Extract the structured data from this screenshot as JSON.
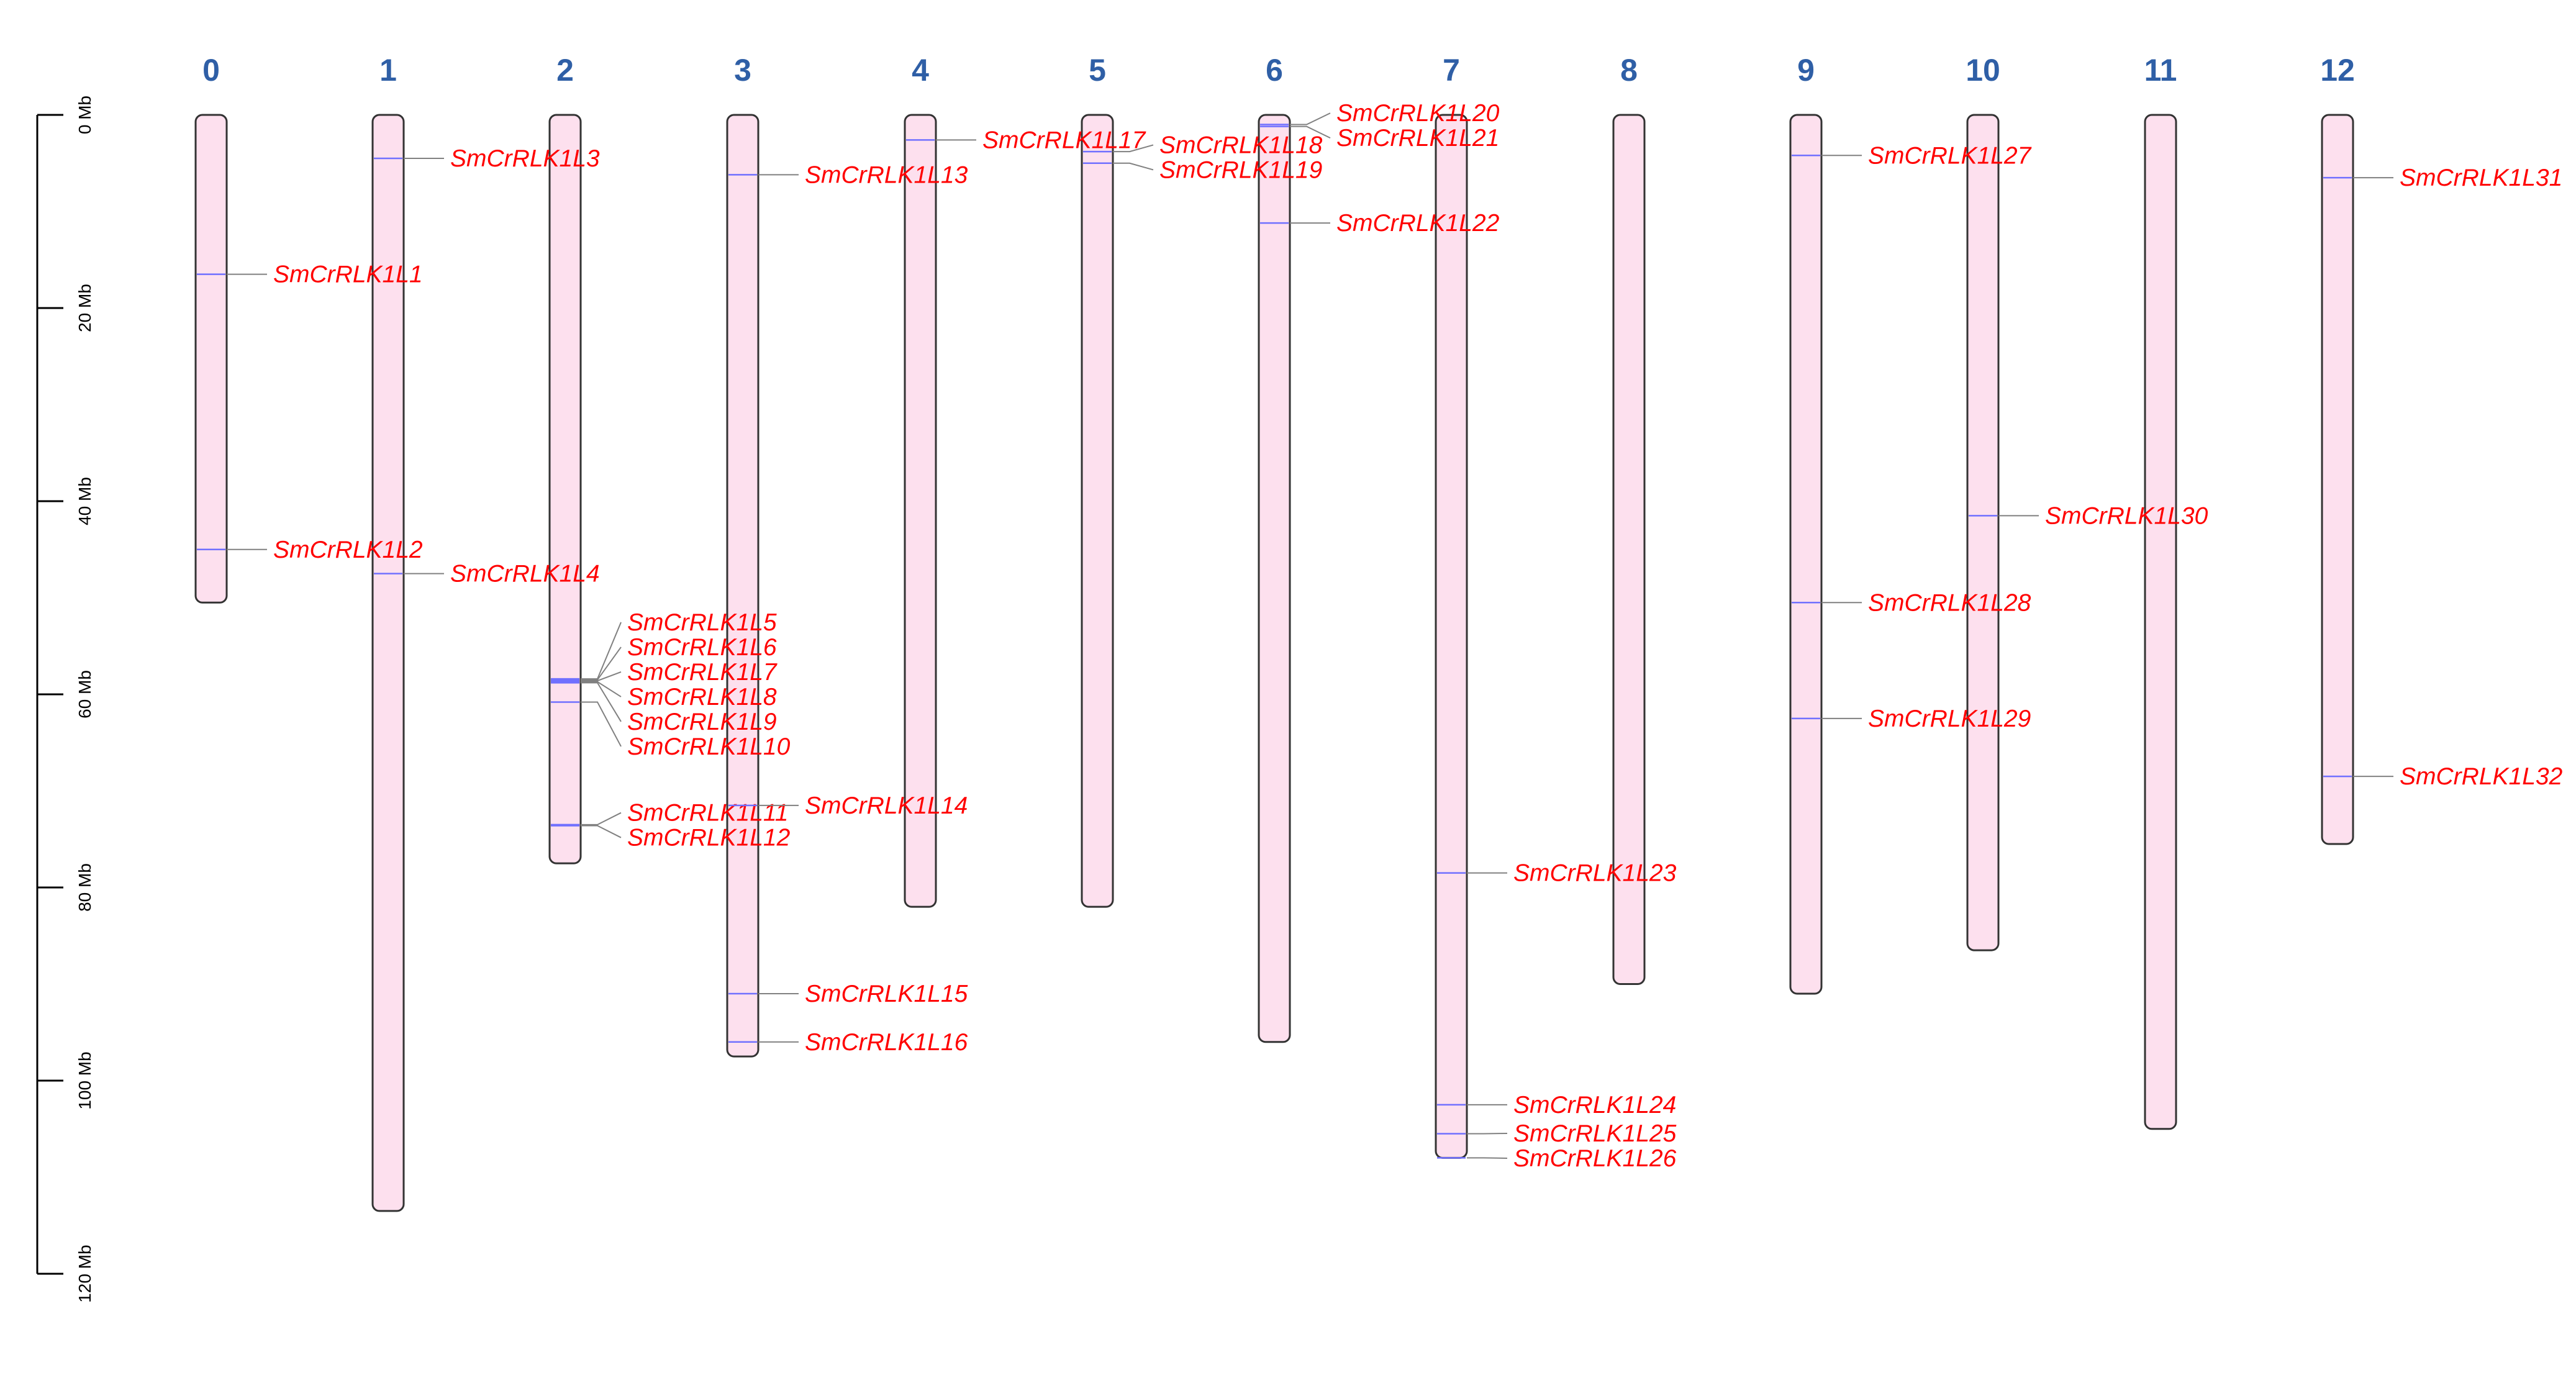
{
  "chart_data": {
    "type": "chromosome-map",
    "axis": {
      "unit": "Mb",
      "ylim": [
        0,
        120
      ],
      "ticks": [
        {
          "value": 0,
          "label": "0 Mb"
        },
        {
          "value": 20,
          "label": "20 Mb"
        },
        {
          "value": 40,
          "label": "40 Mb"
        },
        {
          "value": 60,
          "label": "60 Mb"
        },
        {
          "value": 80,
          "label": "80 Mb"
        },
        {
          "value": 100,
          "label": "100 Mb"
        },
        {
          "value": 120,
          "label": "120 Mb"
        }
      ]
    },
    "chromosomes": [
      {
        "name": "0",
        "length": 50.5
      },
      {
        "name": "1",
        "length": 113.5
      },
      {
        "name": "2",
        "length": 77.5
      },
      {
        "name": "3",
        "length": 97.5
      },
      {
        "name": "4",
        "length": 82.0
      },
      {
        "name": "5",
        "length": 82.0
      },
      {
        "name": "6",
        "length": 96.0
      },
      {
        "name": "7",
        "length": 108.0
      },
      {
        "name": "8",
        "length": 90.0
      },
      {
        "name": "9",
        "length": 91.0
      },
      {
        "name": "10",
        "length": 86.5
      },
      {
        "name": "11",
        "length": 105.0
      },
      {
        "name": "12",
        "length": 75.5
      }
    ],
    "genes": [
      {
        "name": "SmCrRLK1L1",
        "chr": "0",
        "position": 16.5
      },
      {
        "name": "SmCrRLK1L2",
        "chr": "0",
        "position": 45.0
      },
      {
        "name": "SmCrRLK1L3",
        "chr": "1",
        "position": 4.5
      },
      {
        "name": "SmCrRLK1L4",
        "chr": "1",
        "position": 47.5
      },
      {
        "name": "SmCrRLK1L5",
        "chr": "2",
        "position": 58.4
      },
      {
        "name": "SmCrRLK1L6",
        "chr": "2",
        "position": 58.5
      },
      {
        "name": "SmCrRLK1L7",
        "chr": "2",
        "position": 58.6
      },
      {
        "name": "SmCrRLK1L8",
        "chr": "2",
        "position": 58.7
      },
      {
        "name": "SmCrRLK1L9",
        "chr": "2",
        "position": 58.8
      },
      {
        "name": "SmCrRLK1L10",
        "chr": "2",
        "position": 60.8
      },
      {
        "name": "SmCrRLK1L11",
        "chr": "2",
        "position": 73.5
      },
      {
        "name": "SmCrRLK1L12",
        "chr": "2",
        "position": 73.6
      },
      {
        "name": "SmCrRLK1L13",
        "chr": "3",
        "position": 6.2
      },
      {
        "name": "SmCrRLK1L14",
        "chr": "3",
        "position": 71.5
      },
      {
        "name": "SmCrRLK1L15",
        "chr": "3",
        "position": 91.0
      },
      {
        "name": "SmCrRLK1L16",
        "chr": "3",
        "position": 96.0
      },
      {
        "name": "SmCrRLK1L17",
        "chr": "4",
        "position": 2.6
      },
      {
        "name": "SmCrRLK1L18",
        "chr": "5",
        "position": 3.8
      },
      {
        "name": "SmCrRLK1L19",
        "chr": "5",
        "position": 5.0
      },
      {
        "name": "SmCrRLK1L20",
        "chr": "6",
        "position": 1.0
      },
      {
        "name": "SmCrRLK1L21",
        "chr": "6",
        "position": 1.2
      },
      {
        "name": "SmCrRLK1L22",
        "chr": "6",
        "position": 11.2
      },
      {
        "name": "SmCrRLK1L23",
        "chr": "7",
        "position": 78.5
      },
      {
        "name": "SmCrRLK1L24",
        "chr": "7",
        "position": 102.5
      },
      {
        "name": "SmCrRLK1L25",
        "chr": "7",
        "position": 105.5
      },
      {
        "name": "SmCrRLK1L26",
        "chr": "7",
        "position": 108.0
      },
      {
        "name": "SmCrRLK1L27",
        "chr": "9",
        "position": 4.2
      },
      {
        "name": "SmCrRLK1L28",
        "chr": "9",
        "position": 50.5
      },
      {
        "name": "SmCrRLK1L29",
        "chr": "9",
        "position": 62.5
      },
      {
        "name": "SmCrRLK1L30",
        "chr": "10",
        "position": 41.5
      },
      {
        "name": "SmCrRLK1L31",
        "chr": "12",
        "position": 6.5
      },
      {
        "name": "SmCrRLK1L32",
        "chr": "12",
        "position": 68.5
      }
    ],
    "colors": {
      "chromosome_fill": "#fde0ee",
      "chromosome_stroke": "#333333",
      "chromosome_title": "#2f5fa6",
      "gene_label": "#ff0000",
      "gene_mark": "#7070ff",
      "leader_line": "#808080",
      "axis": "#000000"
    }
  }
}
